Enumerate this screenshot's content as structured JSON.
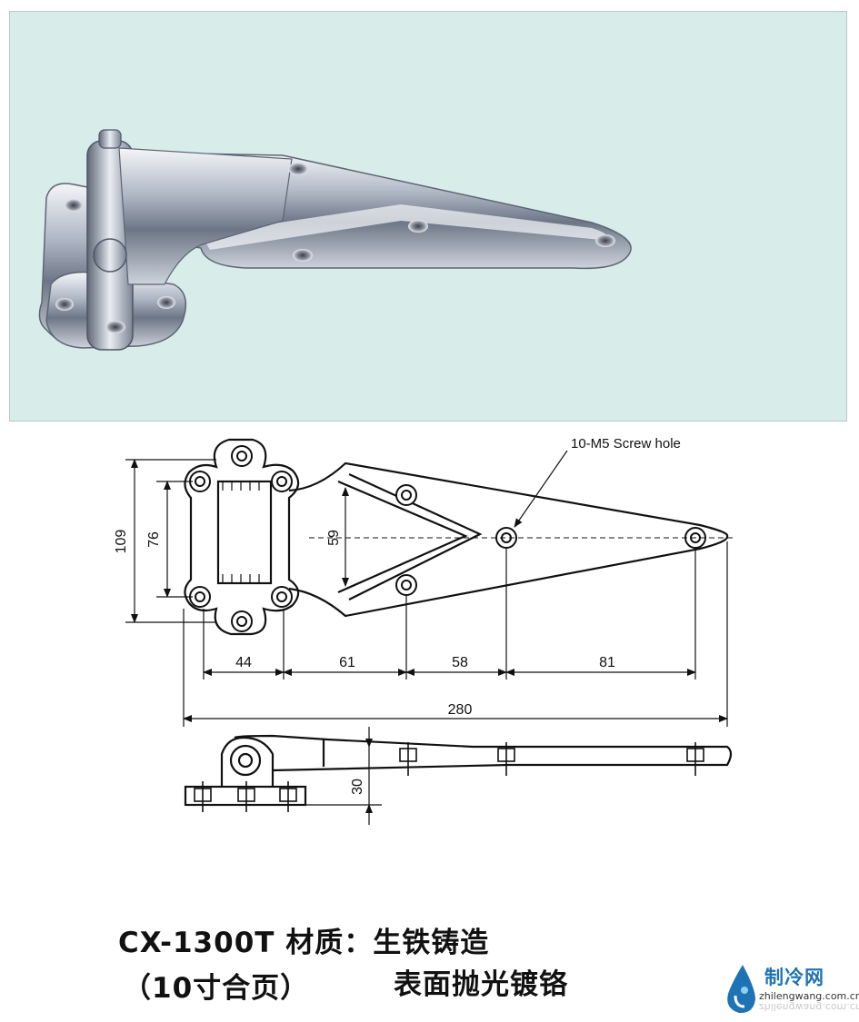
{
  "drawing": {
    "callout": "10-M5 Screw hole",
    "dimensions": {
      "height_total": "109",
      "height_inner": "76",
      "v_gap": "59",
      "d1": "44",
      "d2": "61",
      "d3": "58",
      "d4": "81",
      "length_total": "280",
      "thickness": "30"
    }
  },
  "caption": {
    "model_line": "CX-1300T 材质：生铁铸造",
    "size_line": "（10寸合页）",
    "finish_line": "表面抛光镀铬"
  },
  "logo": {
    "title": "制冷网",
    "url": "zhilengwang.com.cn"
  },
  "colors": {
    "photo_background": "#d8ece9",
    "logo_blue": "#1e73b4"
  }
}
